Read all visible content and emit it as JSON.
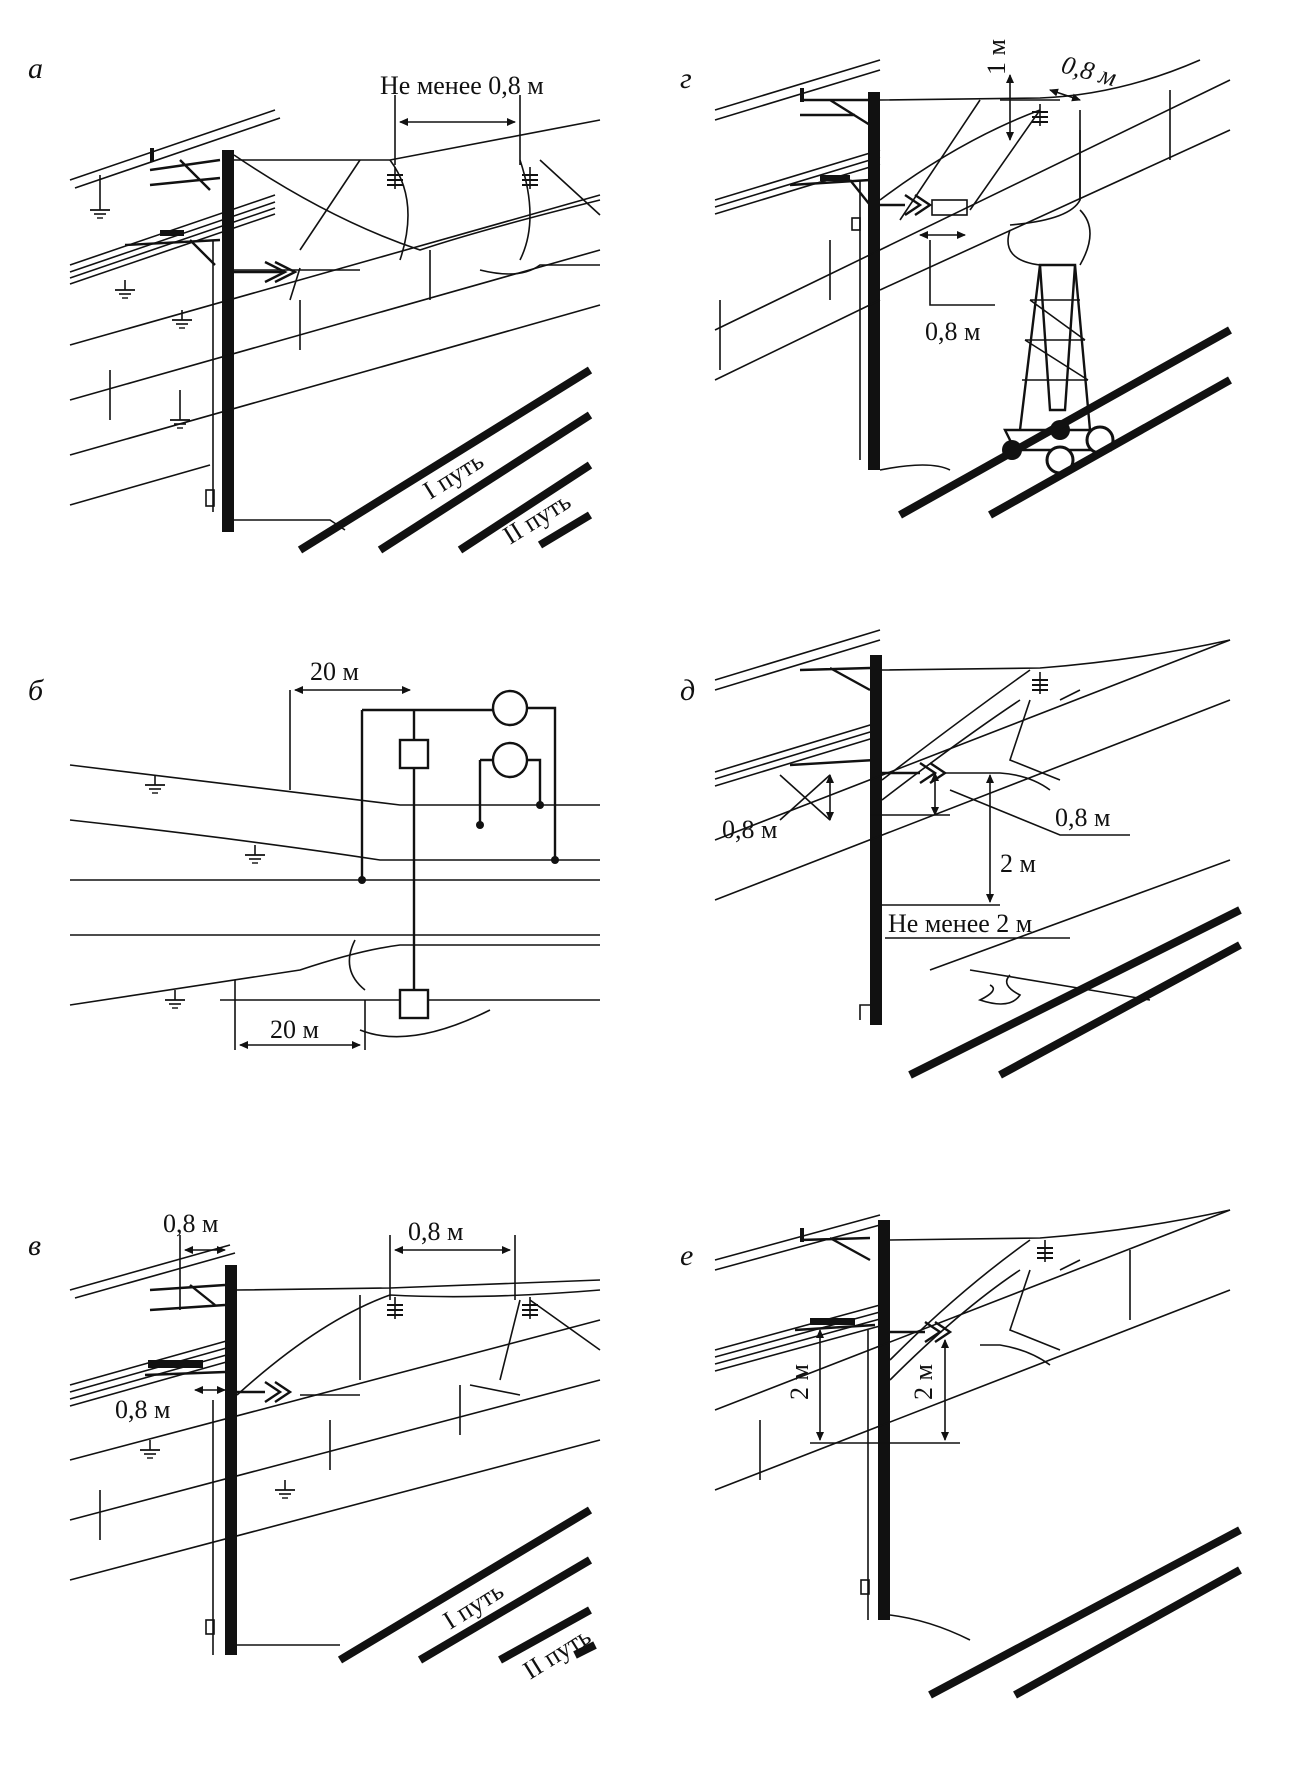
{
  "panels": {
    "a": {
      "letter": "а",
      "clearance_label": "Не менее 0,8 м",
      "track1": "I путь",
      "track2": "II путь"
    },
    "b": {
      "letter": "б",
      "dist_top": "20 м",
      "dist_bottom": "20 м"
    },
    "v": {
      "letter": "в",
      "dim_left": "0,8 м",
      "dim_right": "0,8 м",
      "dim_lower": "0,8 м",
      "track1": "I путь",
      "track2": "II путь"
    },
    "g": {
      "letter": "г",
      "dim_vertical": "1 м",
      "dim_top": "0,8 м",
      "dim_bottom": "0,8 м"
    },
    "d": {
      "letter": "д",
      "dim_left": "0,8 м",
      "dim_right": "0,8 м",
      "dim_height": "2 м",
      "clearance_label": "Не менее 2 м"
    },
    "e": {
      "letter": "е",
      "dim_left": "2 м",
      "dim_right": "2 м"
    }
  }
}
